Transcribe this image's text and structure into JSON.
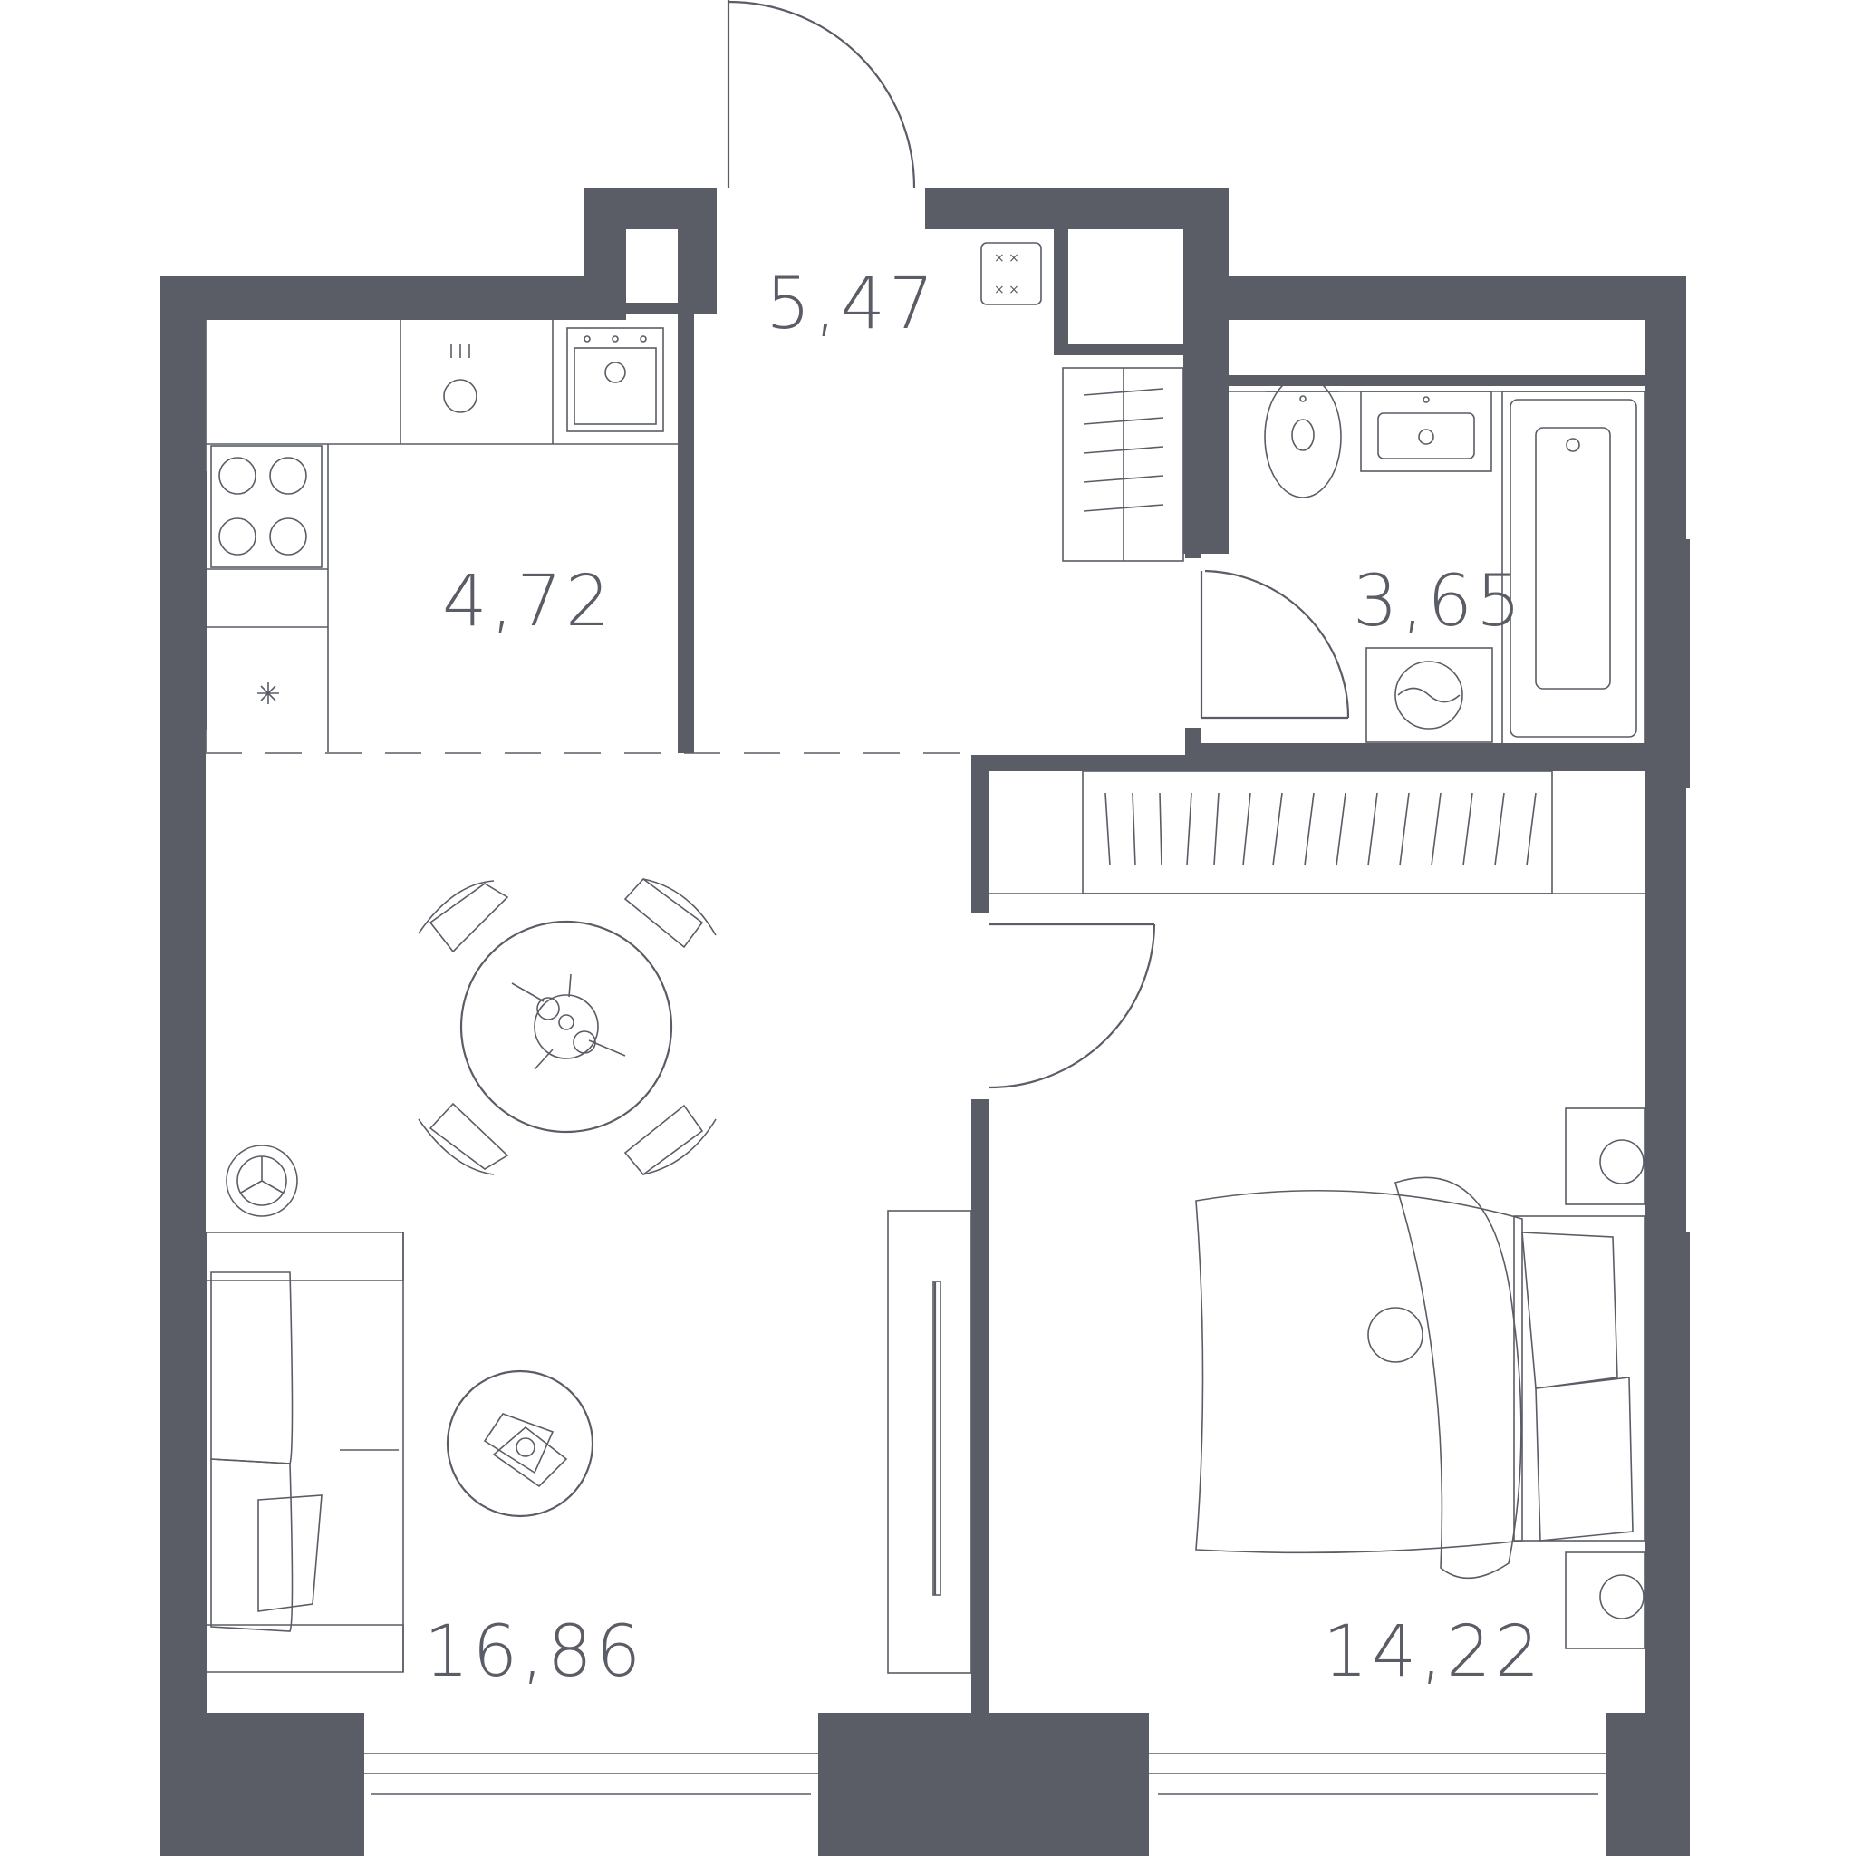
{
  "plan": {
    "colors": {
      "wall": "#5a5d66",
      "line": "#5a5d66",
      "background": "#ffffff"
    },
    "rooms": [
      {
        "id": "hall",
        "area": "5,47"
      },
      {
        "id": "kitchen",
        "area": "4,72"
      },
      {
        "id": "bathroom",
        "area": "3,65"
      },
      {
        "id": "living",
        "area": "16,86"
      },
      {
        "id": "bedroom",
        "area": "14,22"
      }
    ]
  }
}
